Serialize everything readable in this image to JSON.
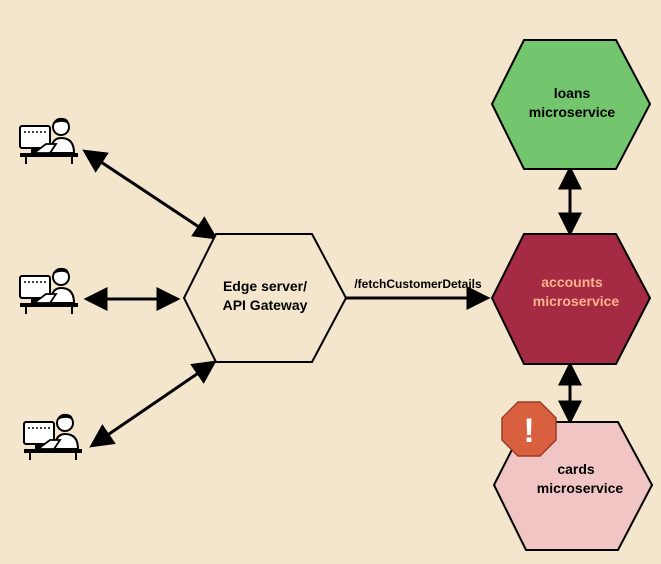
{
  "diagram": {
    "gateway": {
      "line1": "Edge server/",
      "line2": "API Gateway"
    },
    "edge_label": "/fetchCustomerDetails",
    "loans": {
      "line1": "loans",
      "line2": "microservice",
      "color": "#74c66e"
    },
    "accounts": {
      "line1": "accounts",
      "line2": "microservice",
      "color": "#a52a44",
      "text_color": "#ffb38a"
    },
    "cards": {
      "line1": "cards",
      "line2": "microservice",
      "color": "#f2c5c5"
    },
    "warning": {
      "symbol": "!",
      "color": "#d9603f"
    },
    "clients": [
      {
        "icon": "developer-at-computer-icon"
      },
      {
        "icon": "developer-at-computer-icon"
      },
      {
        "icon": "developer-at-computer-icon"
      }
    ]
  }
}
